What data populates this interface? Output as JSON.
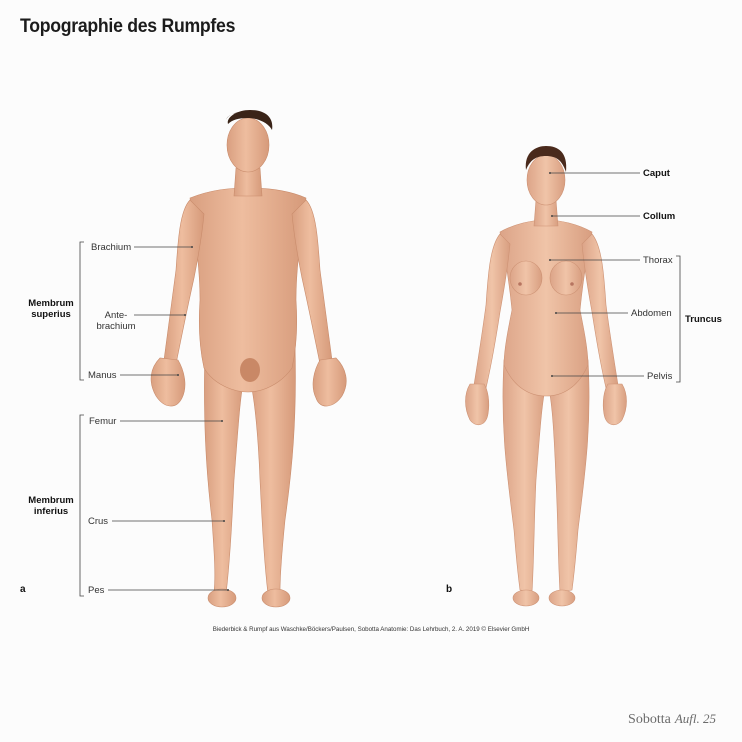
{
  "title": "Topographie des Rumpfes",
  "figure_a": {
    "letter": "a",
    "labels": {
      "brachium": "Brachium",
      "antebrachium_1": "Ante-",
      "antebrachium_2": "brachium",
      "manus": "Manus",
      "femur": "Femur",
      "crus": "Crus",
      "pes": "Pes"
    },
    "groups": {
      "upper_1": "Membrum",
      "upper_2": "superius",
      "lower_1": "Membrum",
      "lower_2": "inferius"
    }
  },
  "figure_b": {
    "letter": "b",
    "labels": {
      "caput": "Caput",
      "collum": "Collum",
      "thorax": "Thorax",
      "abdomen": "Abdomen",
      "pelvis": "Pelvis"
    },
    "groups": {
      "truncus": "Truncus"
    }
  },
  "credit": "Biederbick & Rumpf aus Waschke/Böckers/Paulsen, Sobotta Anatomie: Das Lehrbuch, 2. A. 2019 © Elsevier GmbH",
  "brand": {
    "name": "Sobotta",
    "edition": "Aufl. 25"
  },
  "colors": {
    "background": "#fcfcfc",
    "skin": "#e9b79a",
    "skin_shadow": "#d79d7e",
    "hair": "#3a2418",
    "leader_line": "#444444"
  }
}
